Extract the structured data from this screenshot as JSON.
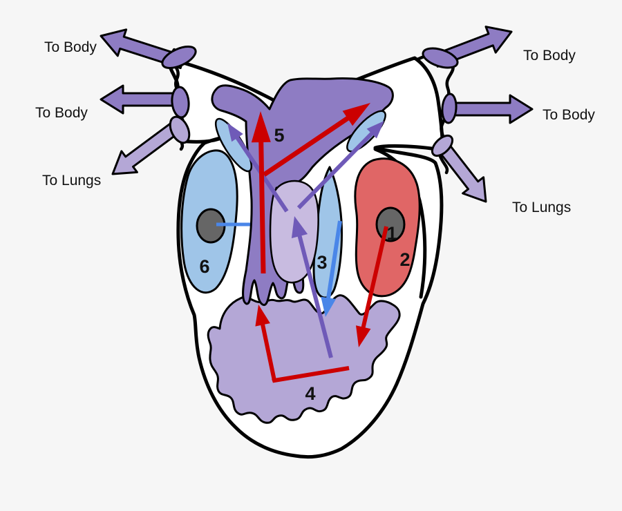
{
  "diagram": {
    "labels": {
      "to_body_top_left": "To Body",
      "to_body_mid_left": "To Body",
      "to_lungs_left": "To Lungs",
      "to_body_top_right": "To Body",
      "to_body_mid_right": "To Body",
      "to_lungs_right": "To Lungs"
    },
    "region_numbers": {
      "r1": "1",
      "r2": "2",
      "r3": "3",
      "r4": "4",
      "r5": "5",
      "r6": "6"
    }
  },
  "palette": {
    "background": "#f6f6f6",
    "outline": "#000000",
    "heart_fill": "#ffffff",
    "vessel_purple": "#8e7cc3",
    "vessel_light_purple": "#b4a7d6",
    "av_blob_purple": "#c8bbe0",
    "atrium_blue": "#9fc5e8",
    "atrium_red": "#e06666",
    "node_gray": "#666666",
    "arrow_red": "#cc0000",
    "arrow_blue": "#4a86e8",
    "arrow_purple": "#6f5ab8",
    "label_color": "#111111"
  }
}
